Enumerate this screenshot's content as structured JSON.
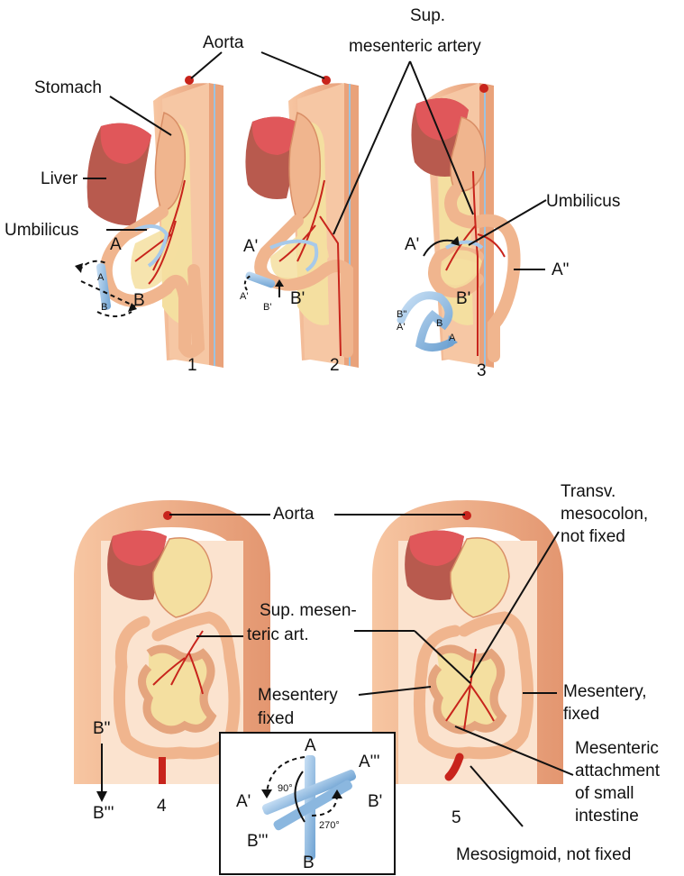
{
  "panel1": {
    "number": "1",
    "labels": {
      "aorta": "Aorta",
      "stomach": "Stomach",
      "liver": "Liver",
      "umbilicus": "Umbilicus",
      "a": "A",
      "b": "B",
      "axis_a": "A",
      "axis_b": "B"
    }
  },
  "panel2": {
    "number": "2",
    "labels": {
      "sup_mesenteric_artery_line1": "Sup.",
      "sup_mesenteric_artery_line2": "mesenteric artery",
      "a_prime": "A'",
      "b_prime": "B'",
      "axis_a": "A'",
      "axis_b": "B'"
    }
  },
  "panel3": {
    "number": "3",
    "labels": {
      "umbilicus": "Umbilicus",
      "a_prime": "A'",
      "b_prime": "B'",
      "a_double": "A\"",
      "loop_b_double": "B\"",
      "loop_a_prime": "A'",
      "loop_b": "B",
      "loop_a": "A"
    }
  },
  "panel4": {
    "number": "4",
    "labels": {
      "aorta": "Aorta",
      "sup_mesen_art_line1": "Sup. mesen-",
      "sup_mesen_art_line2": "teric art.",
      "mesentery_fixed_line1": "Mesentery",
      "mesentery_fixed_line2": "fixed",
      "b_double": "B\"",
      "b_triple": "B'''"
    }
  },
  "panel5": {
    "number": "5",
    "labels": {
      "transv_mesocolon": "Transv.\nmesocolon,\nnot fixed",
      "mesentery_fixed": "Mesentery,\nfixed",
      "mesenteric_attachment": "Mesenteric\nattachment\nof small\nintestine",
      "mesosigmoid": "Mesosigmoid, not fixed"
    }
  },
  "inset": {
    "labels": {
      "a": "A",
      "a_prime": "A'",
      "a_triple": "A'''",
      "b_prime": "B'",
      "b_triple": "B'''",
      "b": "B"
    },
    "angle_90": "90°",
    "angle_270": "270°"
  },
  "colors": {
    "body_wall": "#f2b48c",
    "body_wall_dark": "#e39670",
    "yellow": "#f4dfa0",
    "gut": "#f0b58e",
    "gut_dark": "#d98e66",
    "liver": "#b85a4e",
    "liver_cut": "#e0575a",
    "vessel": "#c8241c",
    "blue": "#6ea2d2",
    "blue_light": "#a7c9ea"
  }
}
